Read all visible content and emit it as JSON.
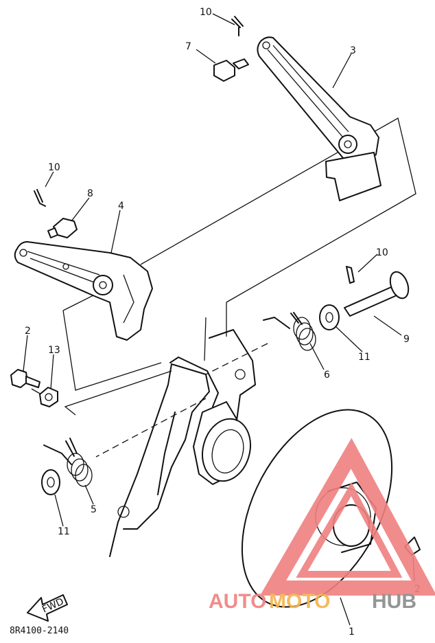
{
  "diagram": {
    "callouts": [
      {
        "id": "c10a",
        "text": "10"
      },
      {
        "id": "c7",
        "text": "7"
      },
      {
        "id": "c3",
        "text": "3"
      },
      {
        "id": "c10b",
        "text": "10"
      },
      {
        "id": "c8",
        "text": "8"
      },
      {
        "id": "c4",
        "text": "4"
      },
      {
        "id": "c10c",
        "text": "10"
      },
      {
        "id": "c9",
        "text": "9"
      },
      {
        "id": "c2a",
        "text": "2"
      },
      {
        "id": "c13",
        "text": "13"
      },
      {
        "id": "c6",
        "text": "6"
      },
      {
        "id": "c11a",
        "text": "11"
      },
      {
        "id": "c5",
        "text": "5"
      },
      {
        "id": "c11b",
        "text": "11"
      },
      {
        "id": "c2b",
        "text": "2"
      },
      {
        "id": "c1",
        "text": "1"
      }
    ],
    "fwd_label": "FWD",
    "drawing_code": "8R4100-2140"
  },
  "watermark": {
    "part1": "AUTO",
    "part2": "MOTO",
    "part3": "HUB",
    "colors": {
      "red": "#f08080",
      "orange": "#f5b24a",
      "gray": "#8a8a8a"
    }
  }
}
